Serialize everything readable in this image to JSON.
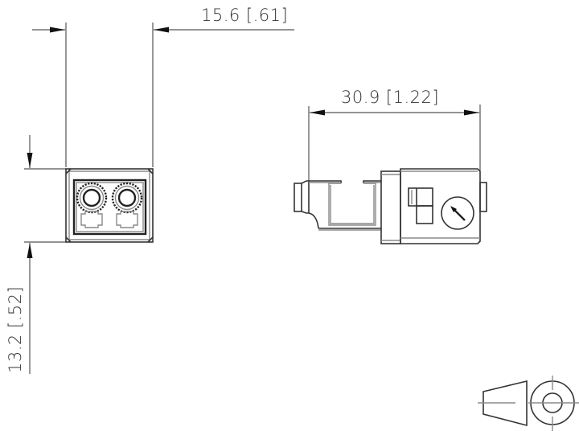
{
  "drawing": {
    "type": "technical-dimension-drawing",
    "subject": "duplex fiber optic connector",
    "line_color": "#333333",
    "background": "#ffffff"
  },
  "dimensions": {
    "width": {
      "mm": "15.6",
      "inch": "[.61]",
      "label": "15.6 [.61]"
    },
    "length": {
      "mm": "30.9",
      "inch": "[1.22]",
      "label": "30.9 [1.22]"
    },
    "height": {
      "mm": "13.2",
      "inch": "[.52]",
      "label": "13.2 [.52]"
    }
  },
  "views": [
    {
      "name": "front-view",
      "features": [
        "two ferrule ports",
        "latch cutouts"
      ]
    },
    {
      "name": "side-view",
      "features": [
        "ferrule boot",
        "latch window",
        "rotation indicator arrow"
      ]
    },
    {
      "name": "projection-symbol",
      "features": [
        "truncated cone",
        "concentric circles"
      ]
    }
  ]
}
